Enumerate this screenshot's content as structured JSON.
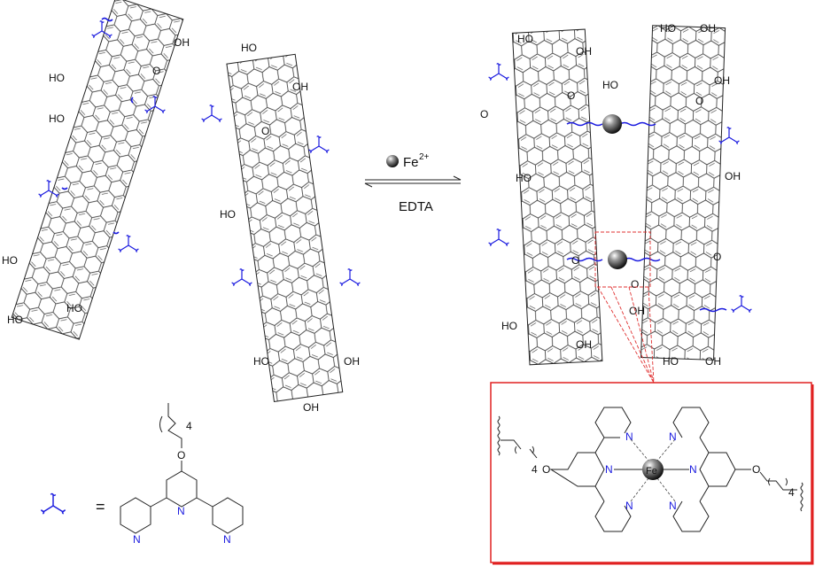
{
  "colors": {
    "linker": "#1a1adf",
    "box_border": "#e02020",
    "atom_n": "#1a1adf"
  },
  "labels": {
    "ho": "HO",
    "oh": "OH",
    "o": "O",
    "n": "N",
    "four": "4",
    "fe": "Fe"
  },
  "reaction": {
    "reagent": "Fe",
    "charge": "2+",
    "reverse_reagent": "EDTA"
  },
  "legend": {
    "equals": "="
  }
}
